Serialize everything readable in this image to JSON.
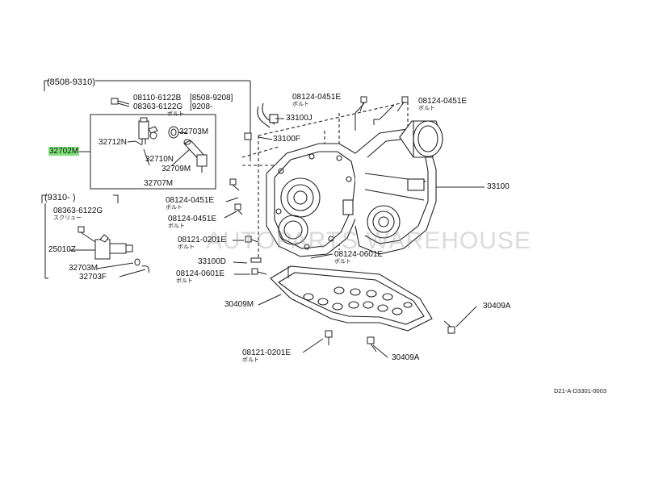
{
  "labels": {
    "range_a": "(8508-9310)",
    "range_b": "(9310-        )",
    "p08110_6122B": "08110-6122B",
    "p08110_range": "[8508-9208]",
    "p08363_6122G_a": "08363-6122G",
    "p08363_range": "[9208-",
    "bolt_a": "ボルト",
    "p32712N": "32712N",
    "p32703M": "32703M",
    "p32702M": "32702M",
    "p32710N": "32710N",
    "p32709M": "32709M",
    "p32707M": "32707M",
    "p08363_6122G_b": "08363-6122G",
    "screw": "スクリュー",
    "p25010Z": "25010Z",
    "p32703M_b": "32703M",
    "p32703F": "32703F",
    "p08124_0451E_top": "08124-0451E",
    "bolt_top": "ボルト",
    "p08124_0451E_right": "08124-0451E",
    "bolt_right": "ボルト",
    "p33100J": "33100J",
    "p33100F": "33100F",
    "p33100": "33100",
    "p08124_0451E_l1": "08124-0451E",
    "bolt_l1": "ボルト",
    "p08124_0451E_l2": "08124-0451E",
    "bolt_l2": "ボルト",
    "p08121_0201E_a": "08121-0201E",
    "bolt_l3": "ボルト",
    "p33100D": "33100D",
    "p08124_0601E_a": "08124-0601E",
    "bolt_l4": "ボルト",
    "p08124_0601E_b": "08124-0601E",
    "bolt_l5": "ボルト",
    "p30409M": "30409M",
    "p30409A_right": "30409A",
    "p08121_0201E_b": "08121-0201E",
    "bolt_l6": "ボルト",
    "p30409A_bottom": "30409A"
  },
  "watermark": "AUTOPARTS WAREHOUSE",
  "diagram_code": "D21-A-D3301-0003",
  "colors": {
    "highlight": "#7fe07a",
    "line": "#222222"
  }
}
